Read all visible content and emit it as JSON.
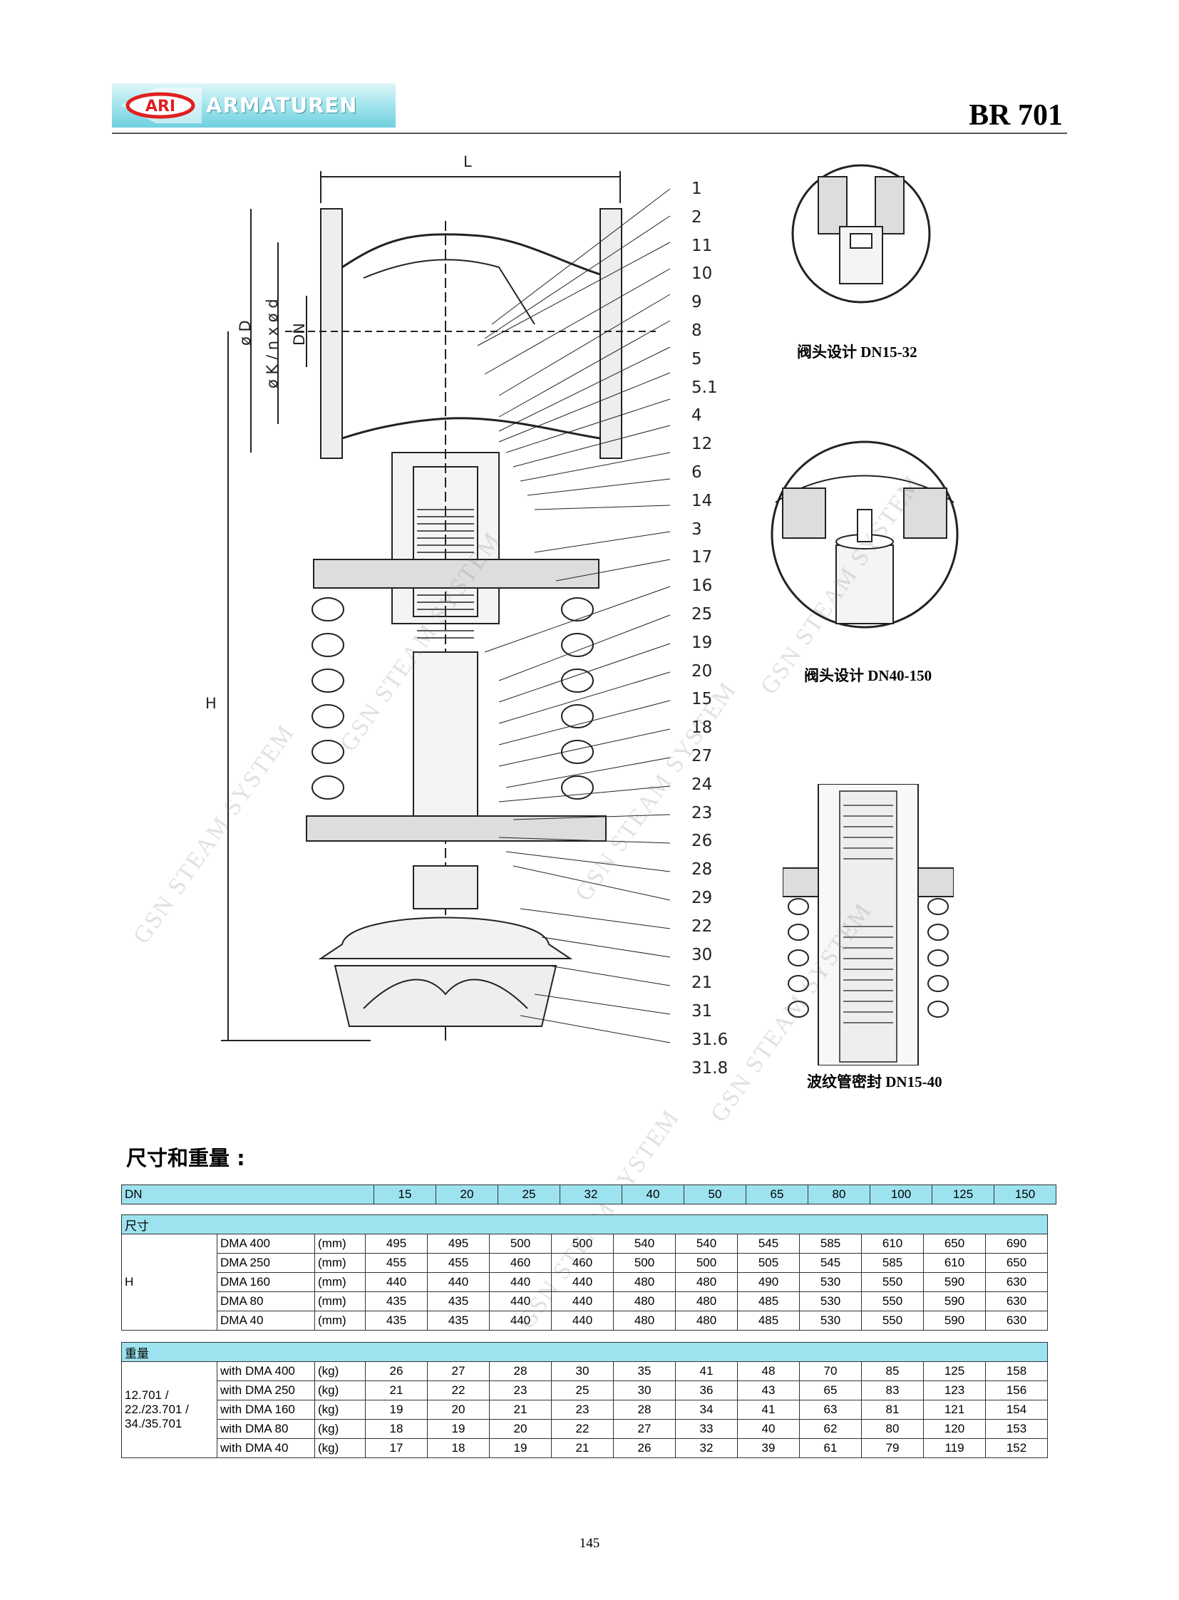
{
  "header": {
    "logo_badge": "ARI",
    "logo_text": "ARMATUREN",
    "doc_code": "BR 701"
  },
  "drawing": {
    "dimensions": {
      "length": "L",
      "height": "H",
      "flange_d": "ø D",
      "bolt_circle": "ø K / n x ø d",
      "nominal": "DN"
    },
    "part_numbers": [
      "1",
      "2",
      "11",
      "10",
      "9",
      "8",
      "5",
      "5.1",
      "4",
      "12",
      "6",
      "14",
      "3",
      "17",
      "16",
      "25",
      "19",
      "20",
      "15",
      "18",
      "27",
      "24",
      "23",
      "26",
      "28",
      "29",
      "22",
      "30",
      "21",
      "31",
      "31.6",
      "31.8"
    ]
  },
  "details": {
    "plug_small": "阀头设计 DN15-32",
    "plug_large": "阀头设计 DN40-150",
    "bellows": "波纹管密封 DN15-40"
  },
  "watermark": "GSN STEAM SYSTEM",
  "section_title": "尺寸和重量 :",
  "table": {
    "dn_label": "DN",
    "dn_values": [
      "15",
      "20",
      "25",
      "32",
      "40",
      "50",
      "65",
      "80",
      "100",
      "125",
      "150"
    ],
    "dimensions_header": "尺寸",
    "h_label": "H",
    "dimension_rows": [
      {
        "model": "DMA 400",
        "unit": "(mm)",
        "values": [
          "495",
          "495",
          "500",
          "500",
          "540",
          "540",
          "545",
          "585",
          "610",
          "650",
          "690"
        ]
      },
      {
        "model": "DMA 250",
        "unit": "(mm)",
        "values": [
          "455",
          "455",
          "460",
          "460",
          "500",
          "500",
          "505",
          "545",
          "585",
          "610",
          "650"
        ]
      },
      {
        "model": "DMA 160",
        "unit": "(mm)",
        "values": [
          "440",
          "440",
          "440",
          "440",
          "480",
          "480",
          "490",
          "530",
          "550",
          "590",
          "630"
        ]
      },
      {
        "model": "DMA 80",
        "unit": "(mm)",
        "values": [
          "435",
          "435",
          "440",
          "440",
          "480",
          "480",
          "485",
          "530",
          "550",
          "590",
          "630"
        ]
      },
      {
        "model": "DMA 40",
        "unit": "(mm)",
        "values": [
          "435",
          "435",
          "440",
          "440",
          "480",
          "480",
          "485",
          "530",
          "550",
          "590",
          "630"
        ]
      }
    ],
    "weight_header": "重量",
    "weight_label_lines": [
      "12.701 /",
      "22./23.701 /",
      "34./35.701"
    ],
    "weight_rows": [
      {
        "model": "with DMA 400",
        "unit": "(kg)",
        "values": [
          "26",
          "27",
          "28",
          "30",
          "35",
          "41",
          "48",
          "70",
          "85",
          "125",
          "158"
        ]
      },
      {
        "model": "with DMA 250",
        "unit": "(kg)",
        "values": [
          "21",
          "22",
          "23",
          "25",
          "30",
          "36",
          "43",
          "65",
          "83",
          "123",
          "156"
        ]
      },
      {
        "model": "with DMA 160",
        "unit": "(kg)",
        "values": [
          "19",
          "20",
          "21",
          "23",
          "28",
          "34",
          "41",
          "63",
          "81",
          "121",
          "154"
        ]
      },
      {
        "model": "with DMA 80",
        "unit": "(kg)",
        "values": [
          "18",
          "19",
          "20",
          "22",
          "27",
          "33",
          "40",
          "62",
          "80",
          "120",
          "153"
        ]
      },
      {
        "model": "with DMA 40",
        "unit": "(kg)",
        "values": [
          "17",
          "18",
          "19",
          "21",
          "26",
          "32",
          "39",
          "61",
          "79",
          "119",
          "152"
        ]
      }
    ]
  },
  "page_number": "145",
  "colors": {
    "table_cyan": "#9de3ef",
    "logo_red": "#e02020"
  }
}
